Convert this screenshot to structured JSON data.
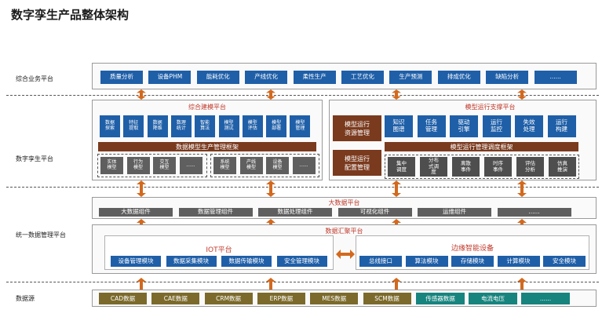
{
  "title": "数字孪生产品整体架构",
  "row_labels": [
    "综合业务平台",
    "数字孪生平台",
    "统一数据管理平台",
    "数据源"
  ],
  "business_items": [
    "质量分析",
    "设备PHM",
    "能耗优化",
    "产线优化",
    "柔性生产",
    "工艺优化",
    "生产预测",
    "排成优化",
    "缺陷分析",
    "......"
  ],
  "modeling": {
    "title": "综合建模平台",
    "tools": [
      "数据\n探索",
      "特征\n提取",
      "数据\n降维",
      "数理\n统计",
      "智能\n算法",
      "模型\n测试",
      "模型\n评估",
      "模型\n部署",
      "模型\n管理"
    ],
    "framework": "数据模型生产管理框架",
    "models_a": [
      "实体\n模型",
      "行为\n模型",
      "交互\n模型",
      "......"
    ],
    "models_b": [
      "系统\n模型",
      "产线\n模型",
      "设备\n模型",
      "......"
    ]
  },
  "runtime": {
    "title": "模型运行支撑平台",
    "left": [
      "模型运行\n资源管理",
      "模型运行\n配置管理"
    ],
    "tools": [
      "知识\n图谱",
      "任务\n管理",
      "驱动\n引擎",
      "运行\n监控",
      "失效\n处理",
      "运行\n构建"
    ],
    "framework": "模型运行管理调度框架",
    "sched": [
      "集中\n调度",
      "分布\n式调\n度",
      "离散\n事件",
      "时序\n事件",
      "评估\n分析",
      "仿真\n推演"
    ]
  },
  "bigdata": {
    "title": "大数据平台",
    "items": [
      "大数据组件",
      "数据管理组件",
      "数据处理组件",
      "可视化组件",
      "运维组件",
      "......"
    ]
  },
  "aggregation": {
    "title": "数据汇聚平台",
    "iot_title": "IOT平台",
    "iot_items": [
      "设备管理模块",
      "数据采集模块",
      "数据传输模块",
      "安全管理模块"
    ],
    "edge_title": "边缘智能设备",
    "edge_items": [
      "总线接口",
      "算法模块",
      "存储模块",
      "计算模块",
      "安全模块"
    ]
  },
  "sources": {
    "olive": [
      "CAD数据",
      "CAE数据",
      "CRM数据",
      "ERP数据",
      "MES数据",
      "SCM数据"
    ],
    "teal": [
      "传感器数据",
      "电流电压",
      "......"
    ]
  },
  "colors": {
    "blue": "#1f5fa8",
    "brown": "#7a3a1e",
    "gray": "#5f5f5f",
    "olive": "#7b6a2b",
    "teal": "#17847e",
    "arrow": "#d2691e",
    "red_title": "#c0392b"
  }
}
